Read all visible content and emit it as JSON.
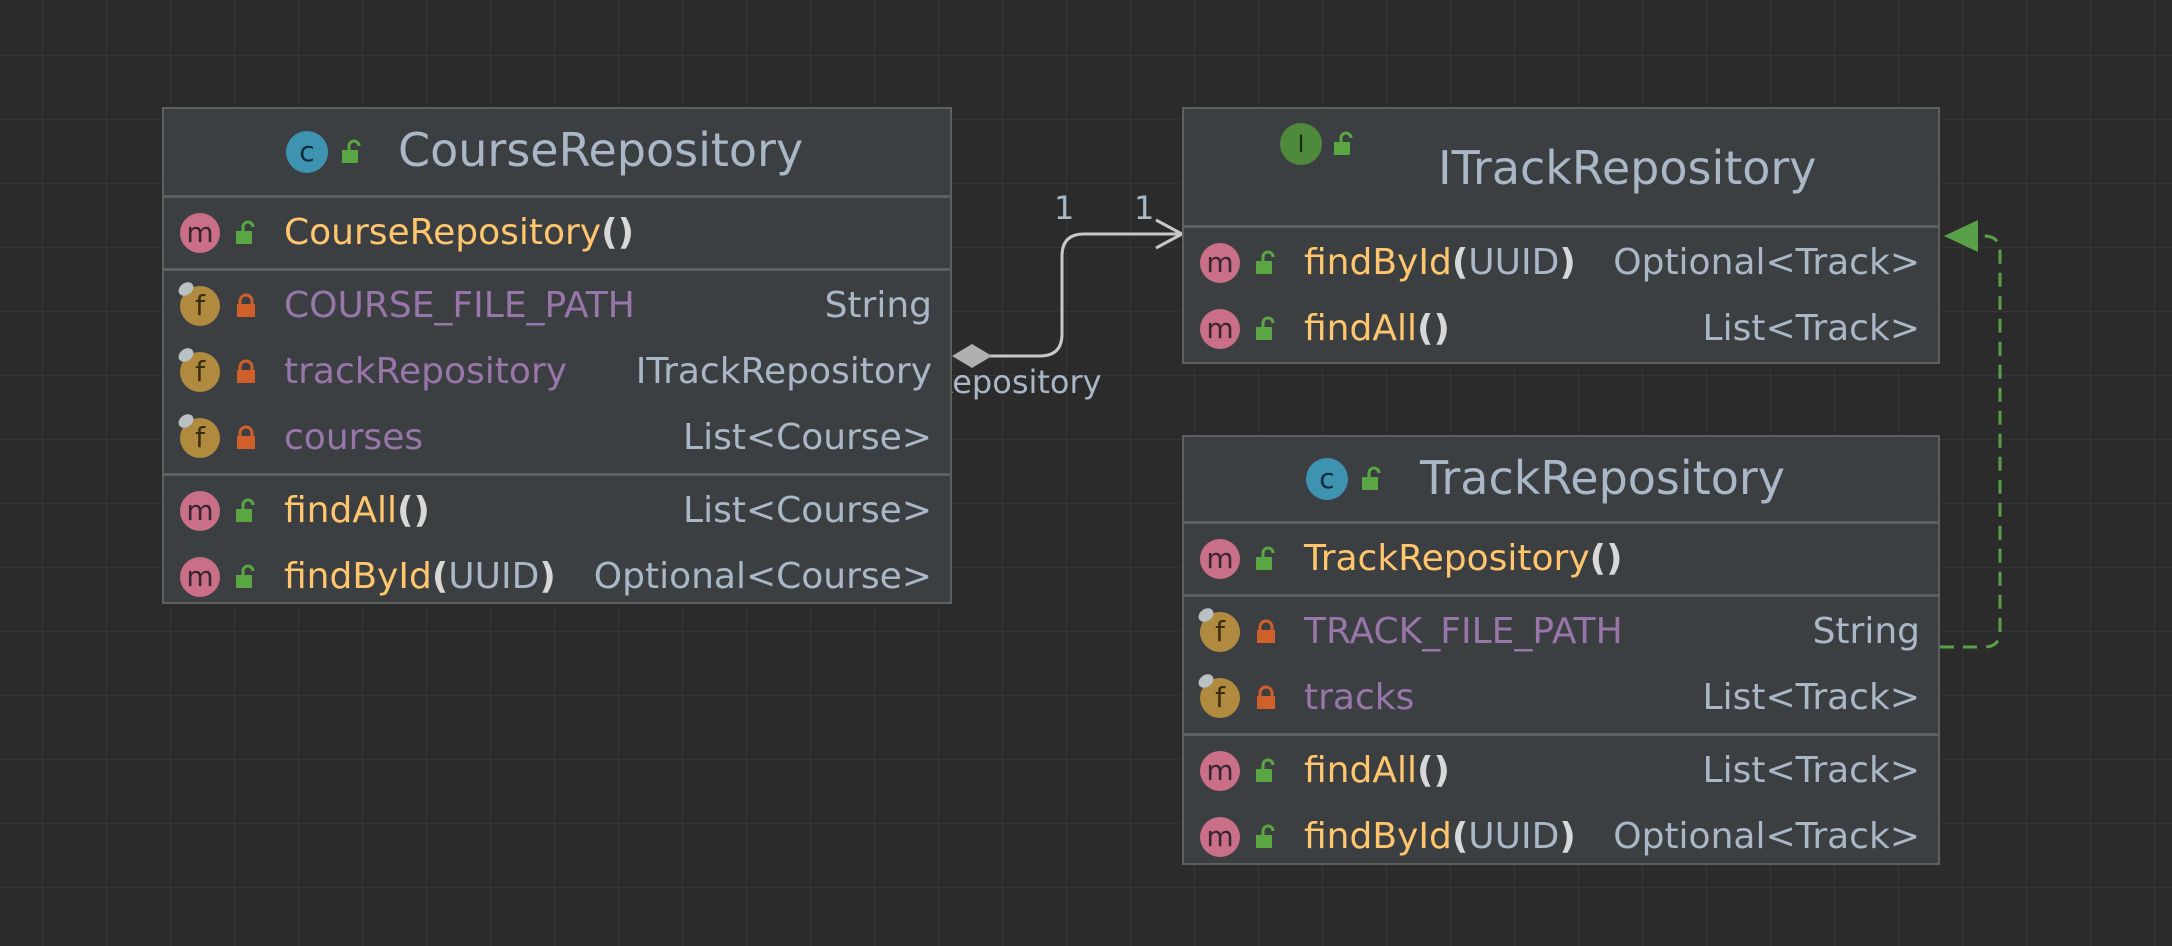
{
  "colors": {
    "background": "#2b2b2b",
    "box_fill": "#3c3f41",
    "box_border": "#5e6060",
    "method_name": "#ffc66d",
    "field_name": "#9876aa",
    "text": "#a9b7c6",
    "method_badge": "#c96f87",
    "field_badge": "#b08a3e",
    "class_badge": "#3e93b1",
    "interface_badge": "#4f8a3c",
    "public_lock": "#59a642",
    "private_lock": "#d0602a",
    "realization_line": "#5aa048"
  },
  "diagram": {
    "classes": {
      "course_repository": {
        "kind": "class",
        "kind_letter": "c",
        "name": "CourseRepository",
        "constructor": {
          "name": "CourseRepository",
          "parens": "()"
        },
        "fields": [
          {
            "name": "COURSE_FILE_PATH",
            "type": "String"
          },
          {
            "name": "trackRepository",
            "type": "ITrackRepository"
          },
          {
            "name": "courses",
            "type": "List<Course>"
          }
        ],
        "methods": [
          {
            "name": "findAll",
            "args": "",
            "type": "List<Course>"
          },
          {
            "name": "findById",
            "args": "UUID",
            "type": "Optional<Course>"
          }
        ]
      },
      "itrack_repository": {
        "kind": "interface",
        "kind_letter": "I",
        "name": "ITrackRepository",
        "methods": [
          {
            "name": "findById",
            "args": "UUID",
            "type": "Optional<Track>"
          },
          {
            "name": "findAll",
            "args": "",
            "type": "List<Track>"
          }
        ]
      },
      "track_repository": {
        "kind": "class",
        "kind_letter": "c",
        "name": "TrackRepository",
        "constructor": {
          "name": "TrackRepository",
          "parens": "()"
        },
        "fields": [
          {
            "name": "TRACK_FILE_PATH",
            "type": "String"
          },
          {
            "name": "tracks",
            "type": "List<Track>"
          }
        ],
        "methods": [
          {
            "name": "findAll",
            "args": "",
            "type": "List<Track>"
          },
          {
            "name": "findById",
            "args": "UUID",
            "type": "Optional<Track>"
          }
        ]
      }
    },
    "relations": {
      "association": {
        "from": "CourseRepository",
        "to": "ITrackRepository",
        "role": "trackRepository",
        "from_multiplicity": "1",
        "to_multiplicity": "1"
      },
      "realization": {
        "from": "TrackRepository",
        "to": "ITrackRepository"
      }
    }
  }
}
